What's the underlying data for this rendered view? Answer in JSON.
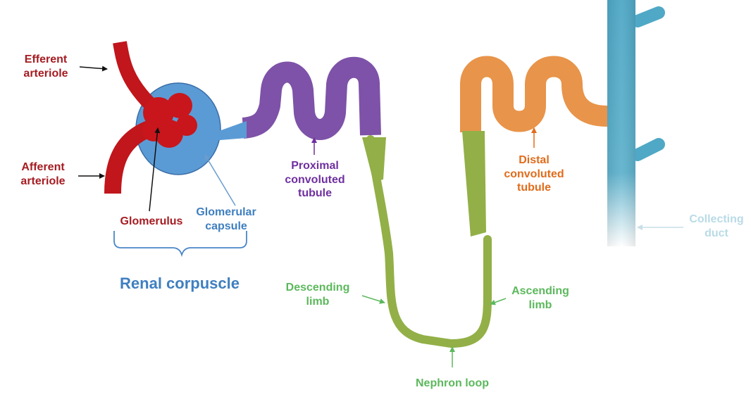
{
  "colors": {
    "arteriole": "#c0161c",
    "capsule": "#5b9bd5",
    "proximal": "#7e52a8",
    "loop": "#92b047",
    "distal": "#e8944a",
    "collecting": "#4fa8c6",
    "label_red": "#a51c22",
    "label_blue": "#3f7fbf",
    "label_purple": "#6f2f9f",
    "label_green": "#5cb85c",
    "label_orange": "#e06c1c",
    "label_faded": "#b9dbe6",
    "arrow_black": "#111111"
  },
  "labels": {
    "efferent_arteriole": [
      "Efferent",
      "arteriole"
    ],
    "afferent_arteriole": [
      "Afferent",
      "arteriole"
    ],
    "glomerulus": "Glomerulus",
    "glomerular_capsule": [
      "Glomerular",
      "capsule"
    ],
    "renal_corpuscle": "Renal corpuscle",
    "proximal_tubule": [
      "Proximal",
      "convoluted",
      "tubule"
    ],
    "distal_tubule": [
      "Distal",
      "convoluted",
      "tubule"
    ],
    "descending_limb": [
      "Descending",
      "limb"
    ],
    "ascending_limb": [
      "Ascending",
      "limb"
    ],
    "nephron_loop": "Nephron loop",
    "collecting_duct": [
      "Collecting",
      "duct"
    ]
  }
}
